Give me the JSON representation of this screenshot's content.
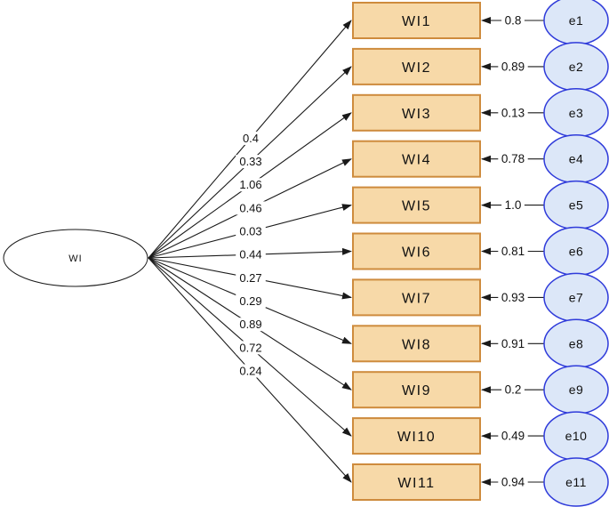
{
  "diagram": {
    "type": "sem-path-diagram",
    "latent": {
      "label": "WI"
    },
    "indicators": [
      {
        "label": "WI1",
        "loading": "0.4",
        "error_label": "e1",
        "error_value": "0.8"
      },
      {
        "label": "WI2",
        "loading": "0.33",
        "error_label": "e2",
        "error_value": "0.89"
      },
      {
        "label": "WI3",
        "loading": "1.06",
        "error_label": "e3",
        "error_value": "0.13"
      },
      {
        "label": "WI4",
        "loading": "0.46",
        "error_label": "e4",
        "error_value": "0.78"
      },
      {
        "label": "WI5",
        "loading": "0.03",
        "error_label": "e5",
        "error_value": "1.0"
      },
      {
        "label": "WI6",
        "loading": "0.44",
        "error_label": "e6",
        "error_value": "0.81"
      },
      {
        "label": "WI7",
        "loading": "0.27",
        "error_label": "e7",
        "error_value": "0.93"
      },
      {
        "label": "WI8",
        "loading": "0.29",
        "error_label": "e8",
        "error_value": "0.91"
      },
      {
        "label": "WI9",
        "loading": "0.89",
        "error_label": "e9",
        "error_value": "0.2"
      },
      {
        "label": "WI10",
        "loading": "0.72",
        "error_label": "e10",
        "error_value": "0.49"
      },
      {
        "label": "WI11",
        "loading": "0.24",
        "error_label": "e11",
        "error_value": "0.94"
      }
    ],
    "colors": {
      "box_fill": "#F7D9A8",
      "box_border": "#CE8B3D",
      "error_fill": "#DCE7F8",
      "error_border": "#2F3BDA",
      "latent_fill": "#FFFFFF",
      "latent_border": "#1A1A1A",
      "line": "#1A1A1A",
      "background": "#FFFFFF"
    }
  }
}
